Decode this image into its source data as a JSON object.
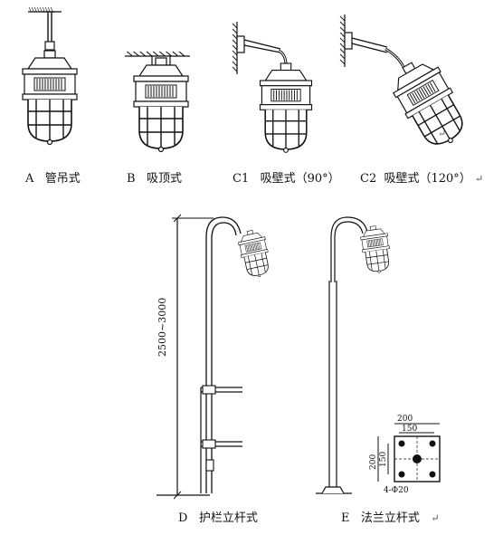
{
  "mounting_types": [
    {
      "code": "A",
      "name": "管吊式"
    },
    {
      "code": "B",
      "name": "吸顶式"
    },
    {
      "code": "C1",
      "name": "吸壁式（90°）"
    },
    {
      "code": "C2",
      "name": "吸壁式（120°）"
    },
    {
      "code": "D",
      "name": "护栏立杆式"
    },
    {
      "code": "E",
      "name": "法兰立杆式"
    }
  ],
  "return_mark": "↵",
  "dimensions": {
    "pole_height": "2500~3000",
    "flange_outer": "200",
    "flange_inner": "150",
    "flange_holes": "4-Φ20"
  }
}
